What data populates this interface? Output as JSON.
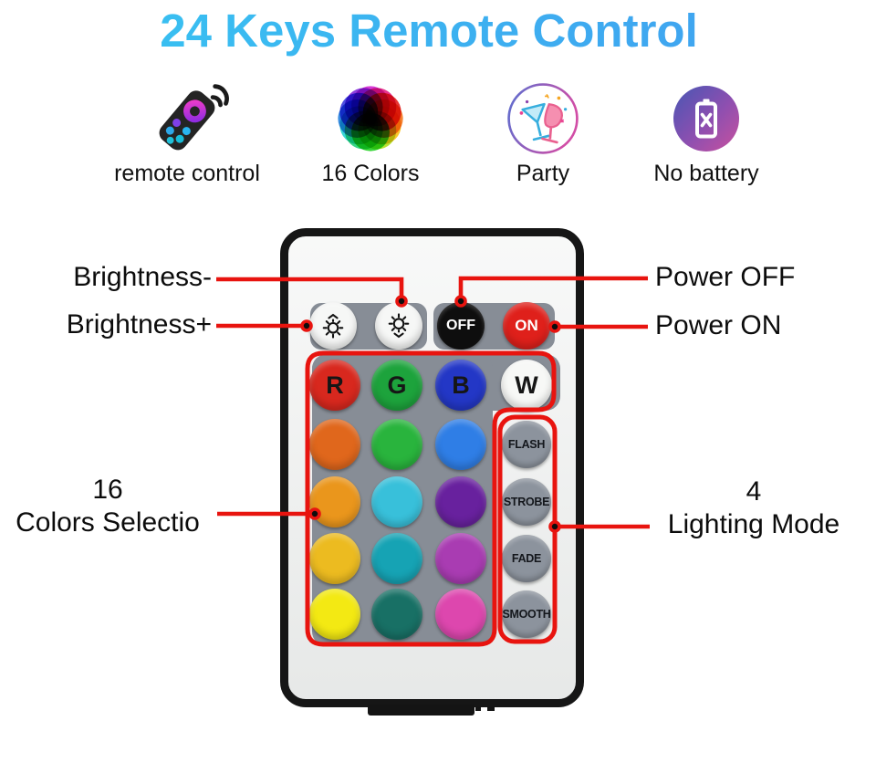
{
  "title": {
    "text": "24 Keys Remote Control"
  },
  "features": [
    {
      "icon": "remote-control-icon",
      "label": "remote control"
    },
    {
      "icon": "color-wheel-icon",
      "label": "16 Colors"
    },
    {
      "icon": "party-icon",
      "label": "Party"
    },
    {
      "icon": "no-battery-icon",
      "label": "No battery"
    }
  ],
  "callouts": {
    "brightness_minus": "Brightness-",
    "brightness_plus": "Brightness+",
    "power_off": "Power OFF",
    "power_on": "Power ON",
    "colors_selection": {
      "line1": "16",
      "line2": "Colors Selectio"
    },
    "lighting_mode": {
      "line1": "4",
      "line2": "Lighting Mode"
    }
  },
  "remote": {
    "off_label": "OFF",
    "on_label": "ON",
    "brightness_up_icon": "sun-arrow-up",
    "brightness_down_icon": "sun-arrow-down",
    "color_keys": [
      {
        "label": "R",
        "color": "#d8281e"
      },
      {
        "label": "G",
        "color": "#1da33c"
      },
      {
        "label": "B",
        "color": "#2337c6"
      },
      {
        "label": "W",
        "color": "#f7f8f6"
      },
      {
        "color": "#e0671c"
      },
      {
        "color": "#29b43d"
      },
      {
        "color": "#2f7ee6"
      },
      {
        "color": "#ea961c"
      },
      {
        "color": "#38c0da"
      },
      {
        "color": "#68219e"
      },
      {
        "color": "#ecbb20"
      },
      {
        "color": "#16a3b4"
      },
      {
        "color": "#a93cb2"
      },
      {
        "color": "#f3e913"
      },
      {
        "color": "#187065"
      },
      {
        "color": "#dd47ae"
      }
    ],
    "mode_keys": [
      {
        "label": "FLASH"
      },
      {
        "label": "STROBE"
      },
      {
        "label": "FADE"
      },
      {
        "label": "SMOOTH"
      }
    ]
  },
  "colors": {
    "title_start": "#38c2f1",
    "title_end": "#419ff0",
    "accent_red": "#e8140f",
    "pad_gray": "#878d96",
    "mode_key_gray": "#8c939d",
    "remote_body": "#f0f2f1",
    "off_key": "#0e0e0e",
    "on_key": "#df201b"
  }
}
